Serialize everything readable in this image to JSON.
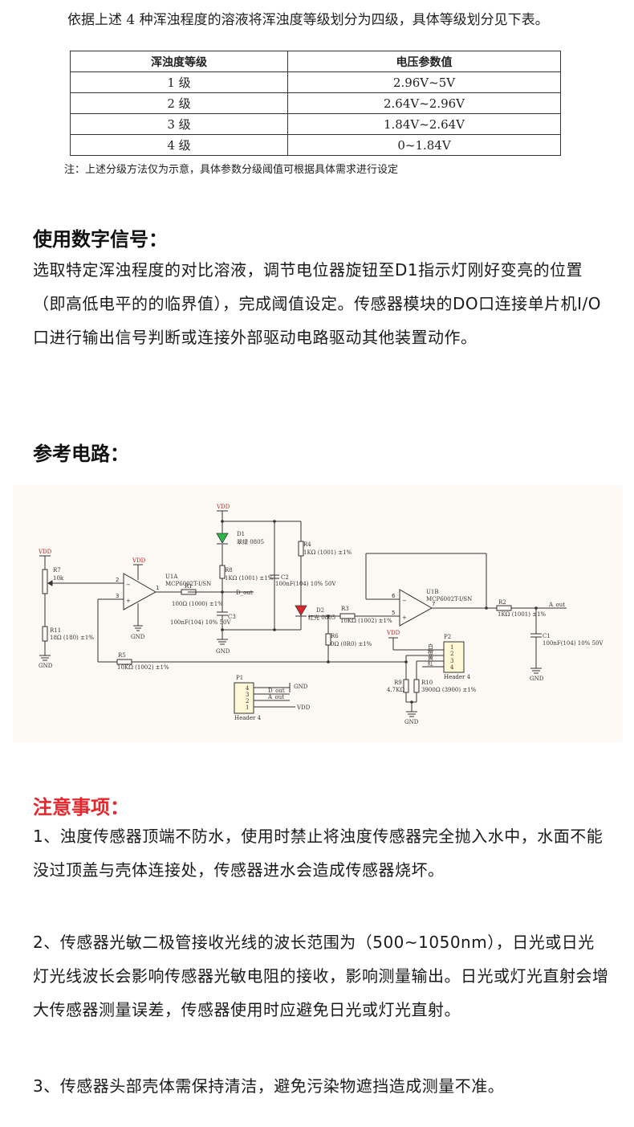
{
  "intro": {
    "text": "依据上述 4 种浑浊程度的溶液将浑浊度等级划分为四级，具体等级划分见下表。"
  },
  "grade_table": {
    "headers": [
      "浑浊度等级",
      "电压参数值"
    ],
    "rows": [
      [
        "1 级",
        "2.96V~5V"
      ],
      [
        "2 级",
        "2.64V~2.96V"
      ],
      [
        "3 级",
        "1.84V~2.64V"
      ],
      [
        "4 级",
        "0~1.84V"
      ]
    ],
    "note": "注：上述分级方法仅为示意，具体参数分级阈值可根据具体需求进行设定"
  },
  "digital": {
    "title": "使用数字信号：",
    "body": "选取特定浑浊程度的对比溶液，调节电位器旋钮至D1指示灯刚好变亮的位置（即高低电平的的临界值），完成阈值设定。传感器模块的DO口连接单片机I/O口进行输出信号判断或连接外部驱动电路驱动其他装置动作。"
  },
  "reference": {
    "title": "参考电路："
  },
  "circuit": {
    "labels": {
      "vdd_top": "VDD",
      "d1": "D1",
      "d1_desc": "翠绿 0805",
      "r4": "R4",
      "r4_val": "1KΩ (1001) ±1%",
      "vdd_left": "VDD",
      "vdd_op": "VDD",
      "r7": "R7",
      "r7_val": "10k",
      "u1a": "U1A",
      "u1a_part": "MCP6002T-I/SN",
      "r8": "R8",
      "r8_val": "1KΩ (1001) ±1%",
      "c2_val": "100nF(104) 10% 50V",
      "c2": "C2",
      "r1": "R1",
      "r1_val": "100Ω (1000) ±1%",
      "d_out": "D_out",
      "c3": "C3",
      "c3_val": "100nF(104) 10% 50V",
      "d2": "D2",
      "d2_desc": "红光 0805",
      "r3": "R3",
      "r3_val": "10KΩ (1002) ±1%",
      "u1b": "U1B",
      "u1b_part": "MCP6002T-I/SN",
      "r2": "R2",
      "r2_val": "1KΩ (1001) ±1%",
      "a_out": "A_out",
      "c1": "C1",
      "c1_val": "100nF(104) 10% 50V",
      "r11": "R11",
      "r11_val": "18Ω (180) ±1%",
      "gnd": "GND",
      "r5": "R5",
      "r5_val": "10KΩ (1002) ±1%",
      "r6": "R6",
      "r6_val": "0Ω (0R0) ±1%",
      "p2": "P2",
      "header4": "Header 4",
      "p2_wires": [
        "白",
        "橙",
        "黄",
        "红"
      ],
      "r9": "R9",
      "r9_val": "4.7KΩ",
      "r10": "R10",
      "r10_val": "3900Ω (3900) ±1%",
      "p1": "P1",
      "p1_pins": [
        "4",
        "3",
        "2",
        "1"
      ],
      "p2_pins": [
        "1",
        "2",
        "3",
        "4"
      ],
      "p1_d_out": "D_out",
      "p1_a_out": "A_out",
      "p1_gnd": "GND",
      "p1_vdd": "VDD",
      "pin2": "2",
      "pin3": "3",
      "pin1": "1",
      "pin5": "5",
      "pin6": "6",
      "pin7": "7"
    }
  },
  "notice": {
    "title": "注意事项：",
    "items": [
      "1、浊度传感器顶端不防水，使用时禁止将浊度传感器完全抛入水中，水面不能没过顶盖与壳体连接处，传感器进水会造成传感器烧坏。",
      "2、传感器光敏二极管接收光线的波长范围为（500~1050nm），日光或日光灯光线波长会影响传感器光敏电阻的接收，影响测量输出。日光或灯光直射会增大传感器测量误差，传感器使用时应避免日光或灯光直射。",
      "3、传感器头部壳体需保持清洁，避免污染物遮挡造成测量不准。"
    ]
  }
}
